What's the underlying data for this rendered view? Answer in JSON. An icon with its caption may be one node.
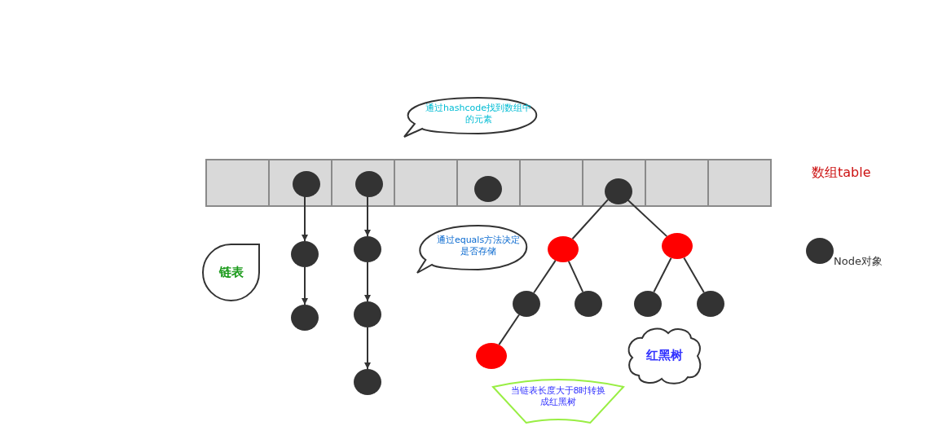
{
  "diagram": {
    "nodes": [
      {
        "text": [
          "通过hashcode找到数组中的元素"
        ]
      },
      {
        "text": [],
        "shape": "box",
        "beside": [
          "数组table"
        ]
      },
      {
        "text": [],
        "shape": "box",
        "in": 1
      },
      {
        "text": [],
        "shape": "box",
        "in": 1
      },
      {
        "text": [],
        "shape": "box",
        "in": 1
      },
      {
        "text": [],
        "shape": "box",
        "in": 1
      },
      {
        "text": [],
        "shape": "box",
        "in": 1
      },
      {
        "text": [],
        "shape": "box",
        "in": 1
      },
      {
        "text": [],
        "shape": "box",
        "in": 1
      },
      {
        "text": [],
        "shape": "box",
        "in": 1
      },
      {
        "text": [],
        "shape": "box",
        "in": 1
      },
      {
        "text": [],
        "shape": "circle",
        "in": 3
      },
      {
        "text": [],
        "shape": "circle",
        "in": 4
      },
      {
        "text": [],
        "shape": "circle",
        "in": 6
      },
      {
        "text": [],
        "shape": "circle",
        "in": 8
      },
      {
        "text": [
          "链表"
        ]
      },
      {
        "text": [],
        "shape": "circle"
      },
      {
        "text": [],
        "shape": "circle"
      },
      {
        "text": [
          "通过equals方法决定是否存储"
        ]
      },
      {
        "text": [],
        "shape": "circle"
      },
      {
        "text": [],
        "shape": "circle"
      },
      {
        "text": [],
        "shape": "circle",
        "beside": [
          "Node对象"
        ]
      },
      {
        "text": [],
        "shape": "circle"
      },
      {
        "text": [],
        "shape": "circle"
      },
      {
        "text": [],
        "shape": "circle"
      },
      {
        "text": [],
        "shape": "circle"
      },
      {
        "text": [],
        "shape": "circle"
      },
      {
        "text": [],
        "shape": "circle"
      },
      {
        "text": [],
        "shape": "circle"
      },
      {
        "text": [
          "红黑树"
        ]
      },
      {
        "text": [],
        "shape": "circle"
      },
      {
        "text": [
          "当链表长度大于8时转换成红黑树"
        ]
      }
    ],
    "edges": [
      {
        "from": 11,
        "to": 16,
        "arrow": "to"
      },
      {
        "from": 16,
        "to": 22,
        "arrow": "to"
      },
      {
        "from": 12,
        "to": 17,
        "arrow": "to"
      },
      {
        "from": 17,
        "to": 23,
        "arrow": "to"
      },
      {
        "from": 23,
        "to": 30,
        "arrow": "to"
      },
      {
        "from": 14,
        "to": 19,
        "arrow": "none"
      },
      {
        "from": 14,
        "to": 20,
        "arrow": "none"
      },
      {
        "from": 19,
        "to": 24,
        "arrow": "none"
      },
      {
        "from": 19,
        "to": 25,
        "arrow": "none"
      },
      {
        "from": 20,
        "to": 26,
        "arrow": "none"
      },
      {
        "from": 20,
        "to": 27,
        "arrow": "none"
      },
      {
        "from": 24,
        "to": 28,
        "arrow": "none"
      }
    ]
  }
}
